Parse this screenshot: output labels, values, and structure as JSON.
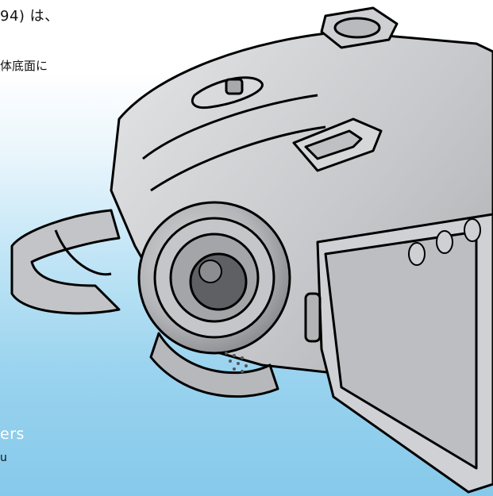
{
  "text_fragments": {
    "line1": "94) は、",
    "line2": "体底面に",
    "line3": "ers",
    "line4": "u"
  },
  "colors": {
    "gradient_top": "#ffffff",
    "gradient_bottom": "#86c9ea",
    "camera_body": "#c9cacc",
    "camera_shadow": "#9fa1a4",
    "outline": "#000000"
  },
  "illustration": {
    "subject": "camcorder-illustration"
  }
}
